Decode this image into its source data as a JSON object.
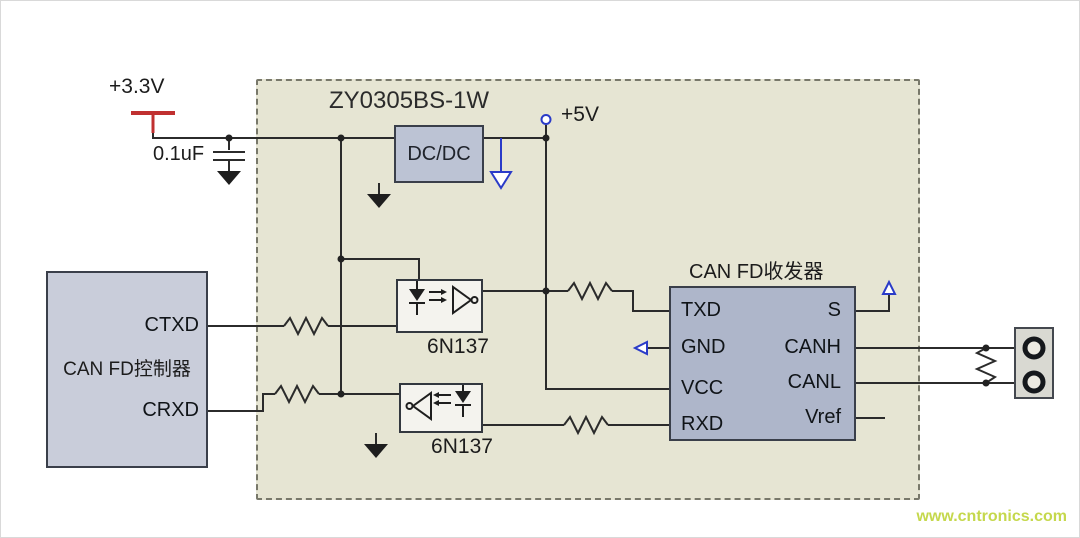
{
  "module": {
    "title": "ZY0305BS-1W"
  },
  "power": {
    "v33_label": "+3.3V",
    "v5_label": "+5V",
    "cap_label": "0.1uF"
  },
  "dcdc": {
    "label": "DC/DC"
  },
  "controller": {
    "label": "CAN FD控制器",
    "pin_ctxd": "CTXD",
    "pin_crxd": "CRXD"
  },
  "opto_top": {
    "label": "6N137"
  },
  "opto_bottom": {
    "label": "6N137"
  },
  "transceiver": {
    "title": "CAN FD收发器",
    "pins_left": [
      "TXD",
      "GND",
      "VCC",
      "RXD"
    ],
    "pins_right": [
      "S",
      "CANH",
      "CANL",
      "Vref"
    ]
  },
  "watermark": "www.cntronics.com",
  "colors": {
    "wire": "#2b2b2b",
    "accent_blue": "#2a3bc8",
    "power_red": "#c03030",
    "watermark_green": "#c5d84c"
  }
}
